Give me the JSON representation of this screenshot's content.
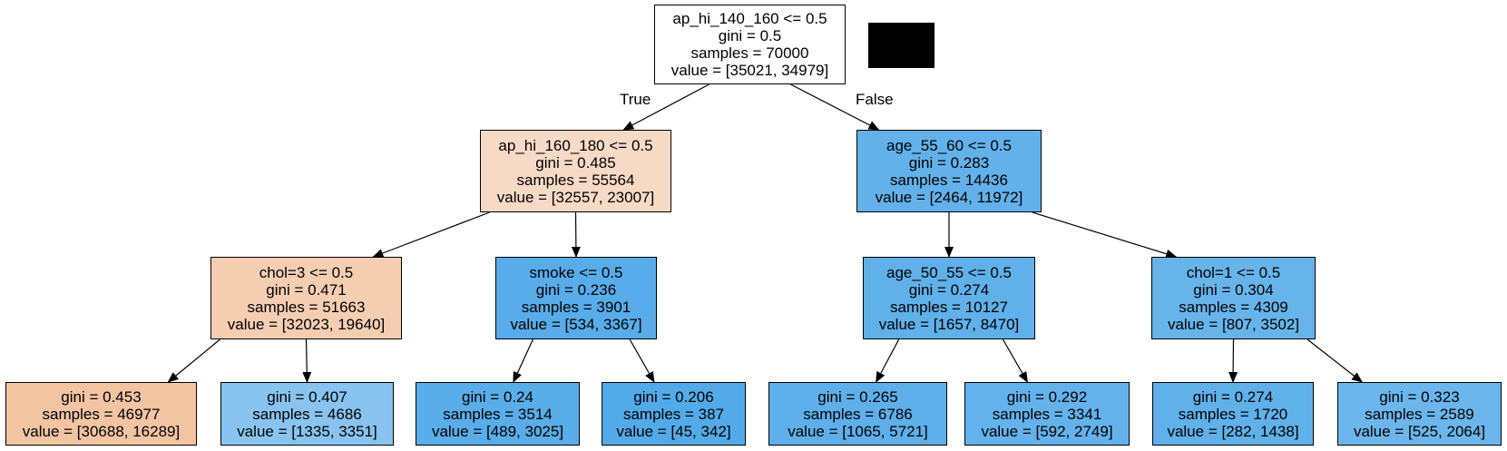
{
  "nodes": [
    {
      "id": "root",
      "lines": [
        "ap_hi_140_160 <= 0.5",
        "gini = 0.5",
        "samples = 70000",
        "value = [35021, 34979]"
      ],
      "fill": "#ffffff"
    },
    {
      "id": "n1",
      "lines": [
        "ap_hi_160_180 <= 0.5",
        "gini = 0.485",
        "samples = 55564",
        "value = [32557, 23007]"
      ],
      "fill": "#f7dac5"
    },
    {
      "id": "n2",
      "lines": [
        "age_55_60 <= 0.5",
        "gini = 0.283",
        "samples = 14436",
        "value = [2464, 11972]"
      ],
      "fill": "#62b1ea"
    },
    {
      "id": "n3",
      "lines": [
        "chol=3 <= 0.5",
        "gini = 0.471",
        "samples = 51663",
        "value = [32023, 19640]"
      ],
      "fill": "#f5ceb2"
    },
    {
      "id": "n4",
      "lines": [
        "smoke <= 0.5",
        "gini = 0.236",
        "samples = 3901",
        "value = [534, 3367]"
      ],
      "fill": "#58ace9"
    },
    {
      "id": "n5",
      "lines": [
        "age_50_55 <= 0.5",
        "gini = 0.274",
        "samples = 10127",
        "value = [1657, 8470]"
      ],
      "fill": "#60b0ea"
    },
    {
      "id": "n6",
      "lines": [
        "chol=1 <= 0.5",
        "gini = 0.304",
        "samples = 4309",
        "value = [807, 3502]"
      ],
      "fill": "#67b4eb"
    },
    {
      "id": "l1",
      "lines": [
        "gini = 0.453",
        "samples = 46977",
        "value = [30688, 16289]"
      ],
      "fill": "#f3c4a2"
    },
    {
      "id": "l2",
      "lines": [
        "gini = 0.407",
        "samples = 4686",
        "value = [1335, 3351]"
      ],
      "fill": "#88c4ef"
    },
    {
      "id": "l3",
      "lines": [
        "gini = 0.24",
        "samples = 3514",
        "value = [489, 3025]"
      ],
      "fill": "#59ade9"
    },
    {
      "id": "l4",
      "lines": [
        "gini = 0.206",
        "samples = 387",
        "value = [45, 342]"
      ],
      "fill": "#53aae8"
    },
    {
      "id": "l5",
      "lines": [
        "gini = 0.265",
        "samples = 6786",
        "value = [1065, 5721]"
      ],
      "fill": "#5eafea"
    },
    {
      "id": "l6",
      "lines": [
        "gini = 0.292",
        "samples = 3341",
        "value = [592, 2749]"
      ],
      "fill": "#64b2eb"
    },
    {
      "id": "l7",
      "lines": [
        "gini = 0.274",
        "samples = 1720",
        "value = [282, 1438]"
      ],
      "fill": "#60b0ea"
    },
    {
      "id": "l8",
      "lines": [
        "gini = 0.323",
        "samples = 2589",
        "value = [525, 2064]"
      ],
      "fill": "#6bb6ec"
    }
  ],
  "edges": [
    {
      "from": "root",
      "to": "n1"
    },
    {
      "from": "root",
      "to": "n2"
    },
    {
      "from": "n1",
      "to": "n3"
    },
    {
      "from": "n1",
      "to": "n4"
    },
    {
      "from": "n2",
      "to": "n5"
    },
    {
      "from": "n2",
      "to": "n6"
    },
    {
      "from": "n3",
      "to": "l1"
    },
    {
      "from": "n3",
      "to": "l2"
    },
    {
      "from": "n4",
      "to": "l3"
    },
    {
      "from": "n4",
      "to": "l4"
    },
    {
      "from": "n5",
      "to": "l5"
    },
    {
      "from": "n5",
      "to": "l6"
    },
    {
      "from": "n6",
      "to": "l7"
    },
    {
      "from": "n6",
      "to": "l8"
    }
  ],
  "branch_labels": {
    "true_label": "True",
    "false_label": "False"
  },
  "colors": {
    "edge": "#000000",
    "border": "#000000",
    "redaction": "#000000"
  }
}
